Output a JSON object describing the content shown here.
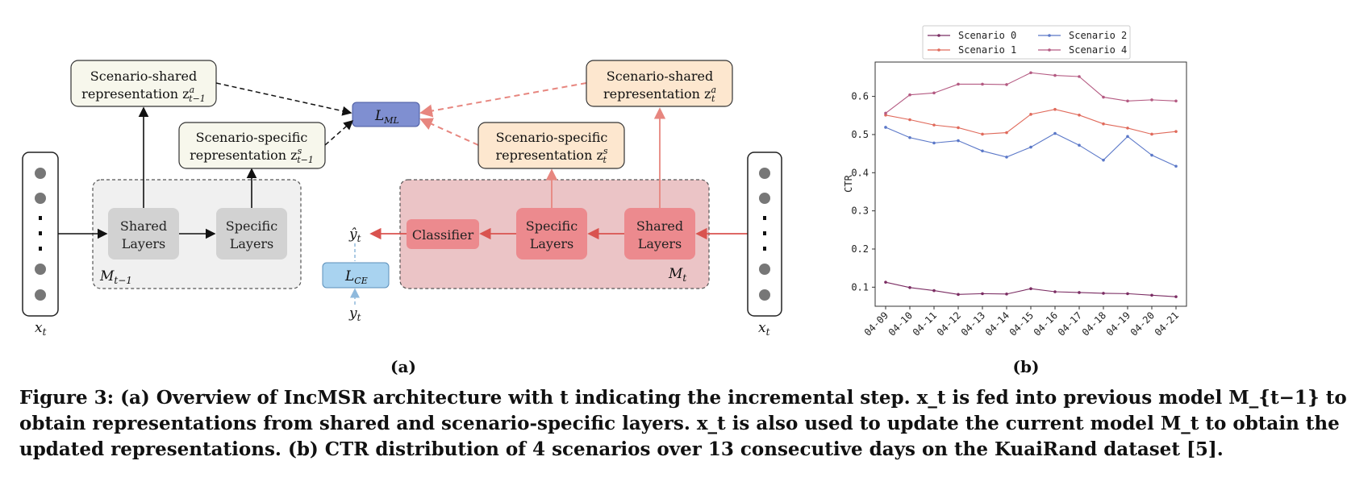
{
  "diagram": {
    "prev_shared_rep": [
      "Scenario-shared",
      "representation z"
    ],
    "prev_specific_rep": [
      "Scenario-specific",
      "representation z"
    ],
    "cur_shared_rep": [
      "Scenario-shared",
      "representation z"
    ],
    "cur_specific_rep": [
      "Scenario-specific",
      "representation z"
    ],
    "rep_sup_prev_shared": "a",
    "rep_sup_prev_specific": "s",
    "rep_sup_cur_shared": "a",
    "rep_sup_cur_specific": "s",
    "rep_sub_prev": "t−1",
    "rep_sub_cur": "t",
    "loss_ml": "L",
    "loss_ml_sub": "ML",
    "loss_ce": "L",
    "loss_ce_sub": "CE",
    "shared_layers": [
      "Shared",
      "Layers"
    ],
    "specific_layers": [
      "Specific",
      "Layers"
    ],
    "classifier": "Classifier",
    "prev_model": "M",
    "prev_model_sub": "t−1",
    "cur_model": "M",
    "cur_model_sub": "t",
    "input_label": "x",
    "input_sub": "t",
    "pred_label": "ŷ",
    "pred_sub": "t",
    "target_label": "y",
    "target_sub": "t",
    "panel_a": "(a)",
    "panel_b": "(b)",
    "colors": {
      "prev_box": "#f0f0f0",
      "cur_box": "#ebc4c6",
      "cur_layer": "#ec8a8e",
      "prev_layer": "#d2d2d2",
      "loss_ml": "#7f8fd1",
      "loss_ce": "#a9d3f0",
      "cur_rep": "#fde7cf",
      "prev_rep": "#f7f7ec",
      "red_arrow": "#d9534f"
    }
  },
  "chart_data": {
    "type": "line",
    "x": [
      "04-09",
      "04-10",
      "04-11",
      "04-12",
      "04-13",
      "04-14",
      "04-15",
      "04-16",
      "04-17",
      "04-18",
      "04-19",
      "04-20",
      "04-21"
    ],
    "series": [
      {
        "name": "Scenario 0",
        "color": "#7b2d63",
        "values": [
          0.113,
          0.099,
          0.091,
          0.081,
          0.083,
          0.082,
          0.096,
          0.088,
          0.086,
          0.084,
          0.083,
          0.079,
          0.075
        ]
      },
      {
        "name": "Scenario 1",
        "color": "#e06a5b",
        "values": [
          0.551,
          0.539,
          0.525,
          0.518,
          0.501,
          0.505,
          0.553,
          0.566,
          0.551,
          0.528,
          0.517,
          0.501,
          0.508
        ]
      },
      {
        "name": "Scenario 2",
        "color": "#5b78c8",
        "values": [
          0.519,
          0.492,
          0.478,
          0.484,
          0.457,
          0.441,
          0.467,
          0.503,
          0.472,
          0.433,
          0.495,
          0.446,
          0.417
        ]
      },
      {
        "name": "Scenario 4",
        "color": "#b45a82",
        "values": [
          0.556,
          0.604,
          0.609,
          0.632,
          0.632,
          0.631,
          0.662,
          0.655,
          0.652,
          0.598,
          0.588,
          0.591,
          0.588
        ]
      }
    ],
    "yticks": [
      0.1,
      0.2,
      0.3,
      0.4,
      0.5,
      0.6
    ],
    "ylim": [
      0.05,
      0.69
    ],
    "ylabel": "CTR",
    "xlabel": "",
    "title": "",
    "legend": "top"
  },
  "caption": {
    "line1": "Figure 3: (a) Overview of IncMSR architecture with t indicating the incremental step. x_t is fed into previous model M_{t−1} to",
    "line2": "obtain representations from shared and scenario-specific layers. x_t is also used to update the current model M_t to obtain the",
    "line3": "updated representations. (b) CTR distribution of 4 scenarios over 13 consecutive days on the KuaiRand dataset [5]."
  }
}
